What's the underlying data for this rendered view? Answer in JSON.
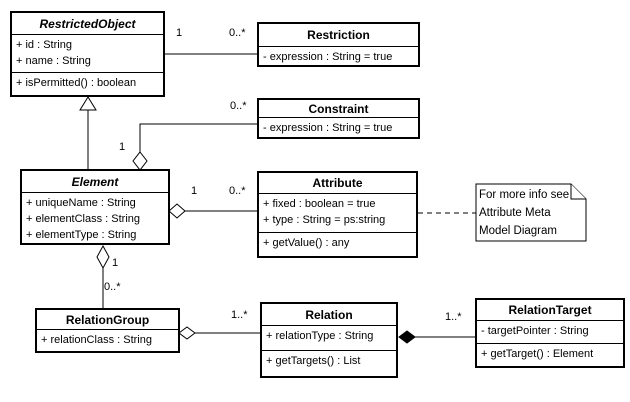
{
  "colors": {
    "line": "#000000",
    "background": "#ffffff",
    "box_fill": "#ffffff"
  },
  "classes": {
    "restricted_object": {
      "name": "RestrictedObject",
      "abstract": true,
      "attributes": [
        "+ id : String",
        "+ name : String"
      ],
      "operations": [
        "+ isPermitted() : boolean"
      ]
    },
    "restriction": {
      "name": "Restriction",
      "attributes": [
        "- expression : String = true"
      ]
    },
    "constraint": {
      "name": "Constraint",
      "attributes": [
        "- expression : String = true"
      ]
    },
    "element": {
      "name": "Element",
      "abstract": true,
      "attributes": [
        "+ uniqueName : String",
        "+ elementClass : String",
        "+ elementType : String"
      ]
    },
    "attribute": {
      "name": "Attribute",
      "attributes": [
        "+ fixed : boolean = true",
        "+ type : String = ps:string"
      ],
      "operations": [
        "+ getValue() : any"
      ]
    },
    "relation_group": {
      "name": "RelationGroup",
      "attributes": [
        "+ relationClass : String"
      ]
    },
    "relation": {
      "name": "Relation",
      "attributes": [
        "+ relationType : String"
      ],
      "operations": [
        "+ getTargets() : List"
      ]
    },
    "relation_target": {
      "name": "RelationTarget",
      "attributes": [
        "- targetPointer : String"
      ],
      "operations": [
        "+ getTarget() : Element"
      ]
    }
  },
  "note": {
    "lines": [
      "For more info see",
      "Attribute Meta",
      "Model Diagram"
    ]
  },
  "multiplicities": {
    "ro_restriction_near": "1",
    "ro_restriction_far": "0..*",
    "element_constraint_near": "1",
    "element_constraint_far": "0..*",
    "element_attribute_near": "1",
    "element_attribute_far": "0..*",
    "element_relationgroup_near": "1",
    "element_relationgroup_far": "0..*",
    "relationgroup_relation_far": "1..*",
    "relation_relationtarget_far": "1..*"
  }
}
